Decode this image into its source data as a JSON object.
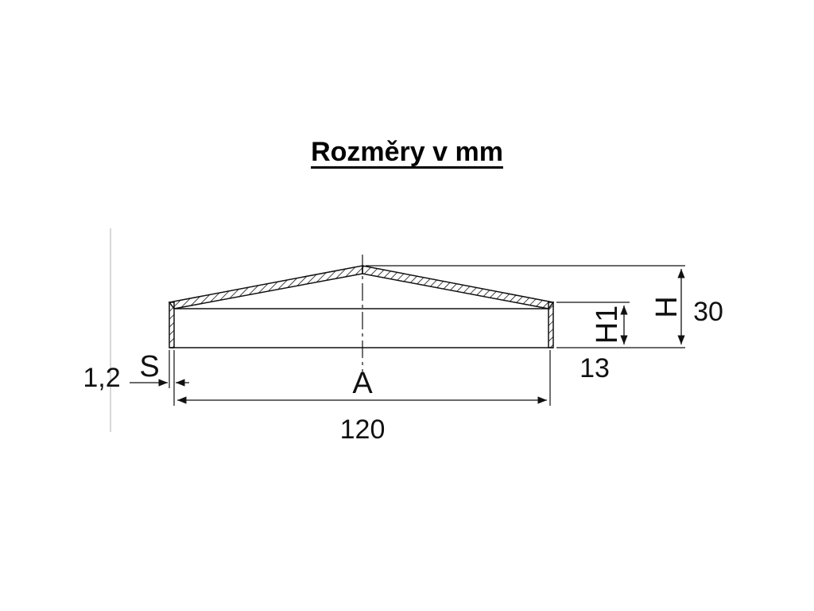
{
  "title": "Rozměry v mm",
  "symbols": {
    "width": "A",
    "thickness": "S",
    "height_total": "H",
    "height_rim": "H1"
  },
  "values": {
    "width": "120",
    "thickness": "1,2",
    "height_total": "30",
    "height_rim": "13"
  },
  "colors": {
    "line": "#111111",
    "background": "#ffffff"
  }
}
